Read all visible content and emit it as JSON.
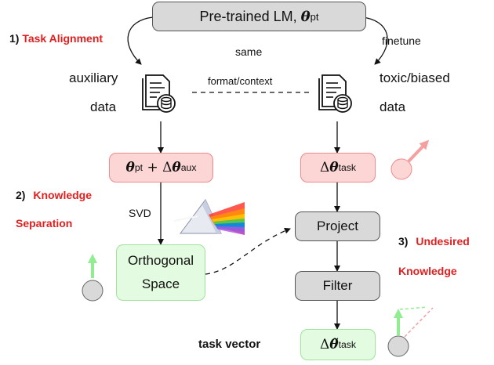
{
  "boxes": {
    "pretrained": {
      "text": "Pre-trained LM, ",
      "symbol": "θ",
      "sub": "pt"
    },
    "theta_aux": {
      "symbol1": "θ",
      "sub1": "pt",
      "op": " + Δ",
      "symbol2": "θ",
      "sub2": "aux"
    },
    "theta_task": {
      "delta": "Δ",
      "symbol": "θ",
      "sub": "task"
    },
    "orthogonal": {
      "line1": "Orthogonal",
      "line2": "Space"
    },
    "project": "Project",
    "filter": "Filter",
    "task_vector_box": {
      "delta": "Δ",
      "symbol": "θ̃",
      "sub": "task"
    }
  },
  "labels": {
    "step1_num": "1)",
    "step1_text": "Task Alignment",
    "same": "same",
    "finetune": "finetune",
    "auxiliary": "auxiliary",
    "data_left": "data",
    "format_context": "format/context",
    "toxic_biased": "toxic/biased",
    "data_right": "data",
    "step2_num": "2)",
    "step2_line1": "Knowledge",
    "step2_line2": "Separation",
    "svd": "SVD",
    "step3_num": "3)",
    "step3_line1": "Undesired",
    "step3_line2": "Knowledge",
    "task_vector": "task vector"
  },
  "icons": [
    "document-database-icon",
    "document-database-icon",
    "prism-icon"
  ],
  "colors": {
    "highlight_red": "#e02020",
    "box_gray": "#d9d9d9",
    "box_red": "#fcd5d5",
    "box_green": "#e3fbe0",
    "arrow_green": "#90ee90",
    "arrow_pink": "#f4a0a0"
  }
}
